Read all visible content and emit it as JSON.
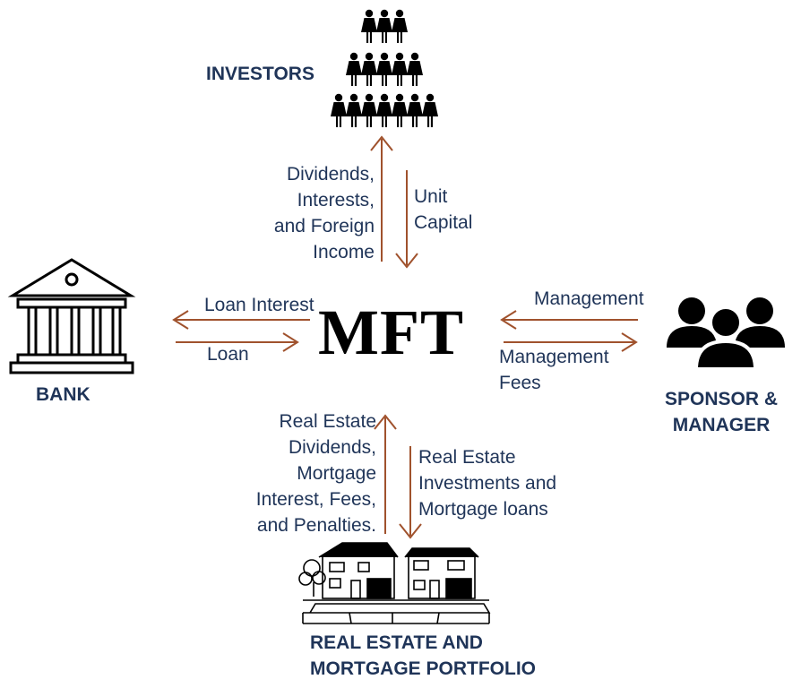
{
  "center": {
    "label": "MFT"
  },
  "nodes": {
    "investors": "INVESTORS",
    "bank": "BANK",
    "sponsor": "SPONSOR &\nMANAGER",
    "portfolio": "REAL ESTATE AND\nMORTGAGE PORTFOLIO"
  },
  "flows": {
    "dividends": "Dividends,\nInterests,\nand Foreign\nIncome",
    "unit_capital": "Unit\nCapital",
    "loan_interest": "Loan Interest",
    "loan": "Loan",
    "management": "Management",
    "management_fees": "Management\nFees",
    "real_estate_income": "Real Estate\nDividends,\nMortgage\nInterest, Fees,\nand Penalties.",
    "real_estate_investments": "Real Estate\nInvestments and\nMortgage loans"
  },
  "icons": {
    "investors": "investors-crowd-icon",
    "bank": "bank-building-icon",
    "sponsor": "people-group-icon",
    "portfolio": "houses-icon"
  },
  "colors": {
    "arrow": "#a0522d",
    "text": "#1f3458"
  }
}
